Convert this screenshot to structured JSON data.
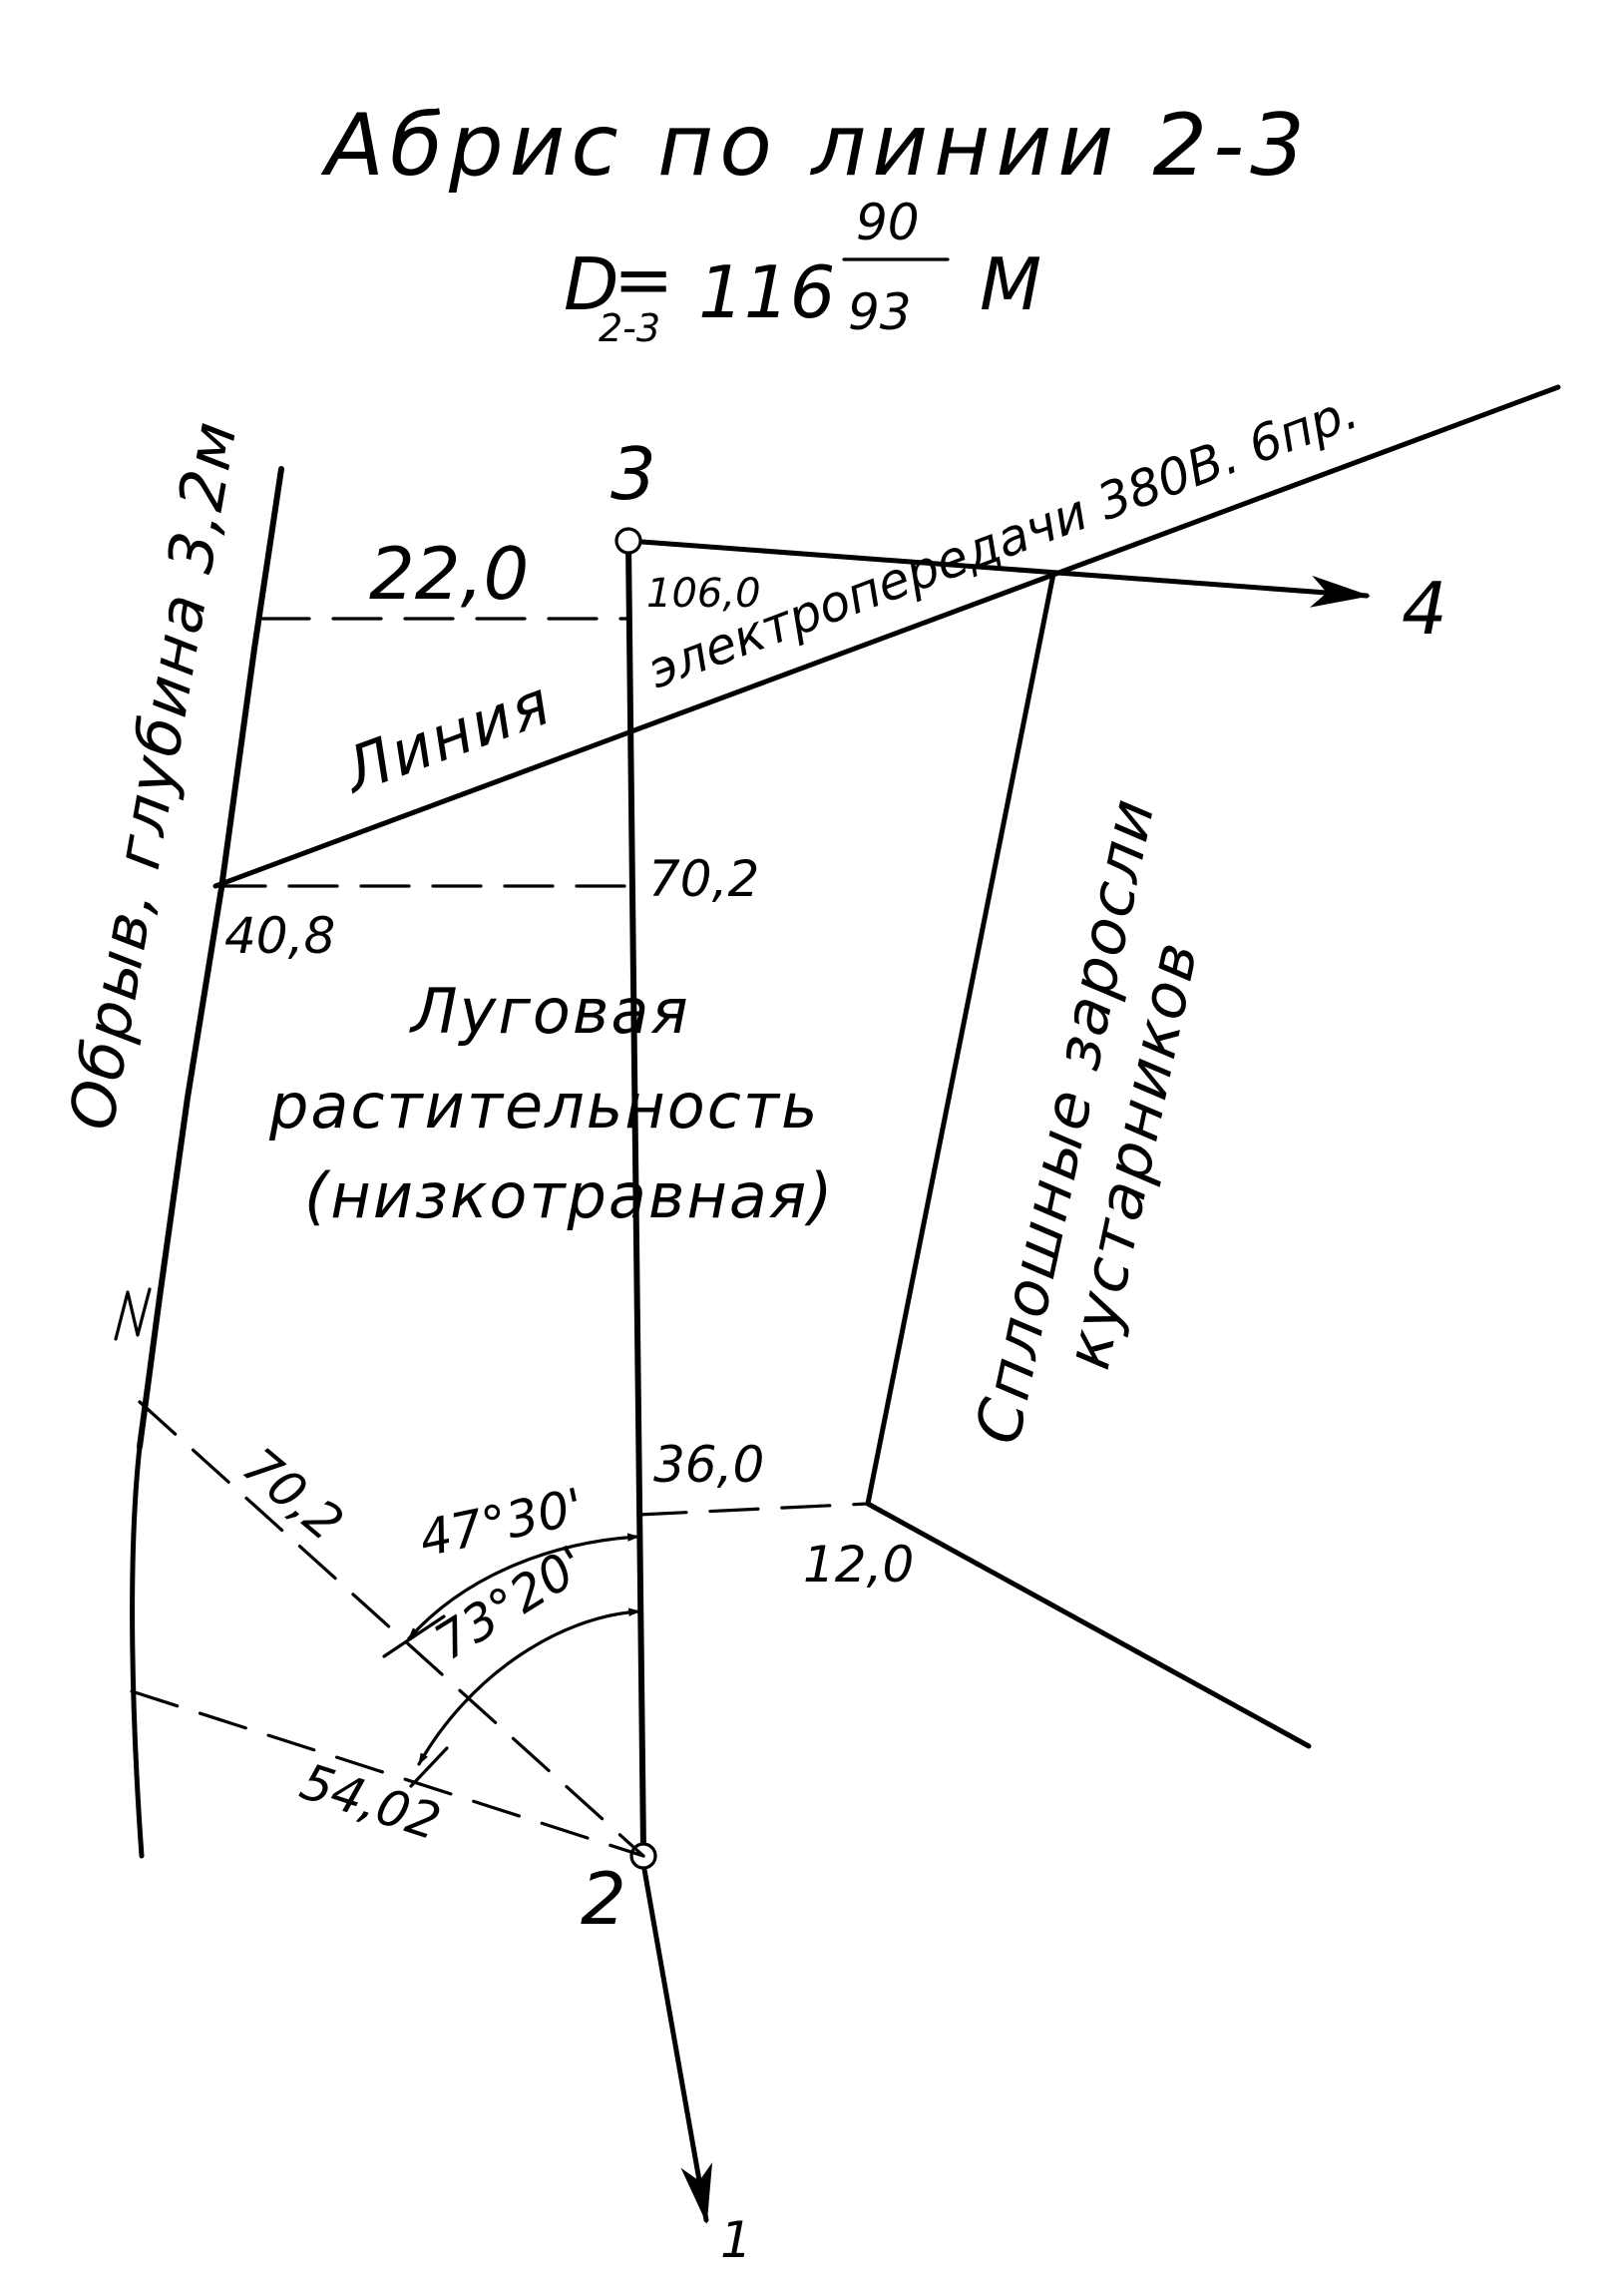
{
  "title": "Абрис по линии 2-3",
  "formula": {
    "symbol": "D",
    "subscript": "2-3",
    "equals": "=",
    "whole": "116",
    "numerator": "90",
    "denominator": "93",
    "unit": "М"
  },
  "points": {
    "p1": "1",
    "p2": "2",
    "p3": "3",
    "p4": "4"
  },
  "measurements": {
    "offset_22": "22,0",
    "chain_106": "106,0",
    "chain_70_2": "70,2",
    "offset_40_8": "40,8",
    "chain_36": "36,0",
    "offset_12": "12,0",
    "diag_70_2": "70,2",
    "diag_54_02": "54,02"
  },
  "angles": {
    "a1": "47°30'",
    "a2": "73°20'"
  },
  "labels": {
    "powerline_left": "Линия",
    "powerline_right": "электропередачи 380В. 6пр.",
    "cliff": "Обрыв, глубина 3,2м",
    "meadow_1": "Луговая",
    "meadow_2": "растительность",
    "meadow_3": "(низкотравная)",
    "bushes_1": "Сплошные заросли",
    "bushes_2": "кустарников"
  }
}
